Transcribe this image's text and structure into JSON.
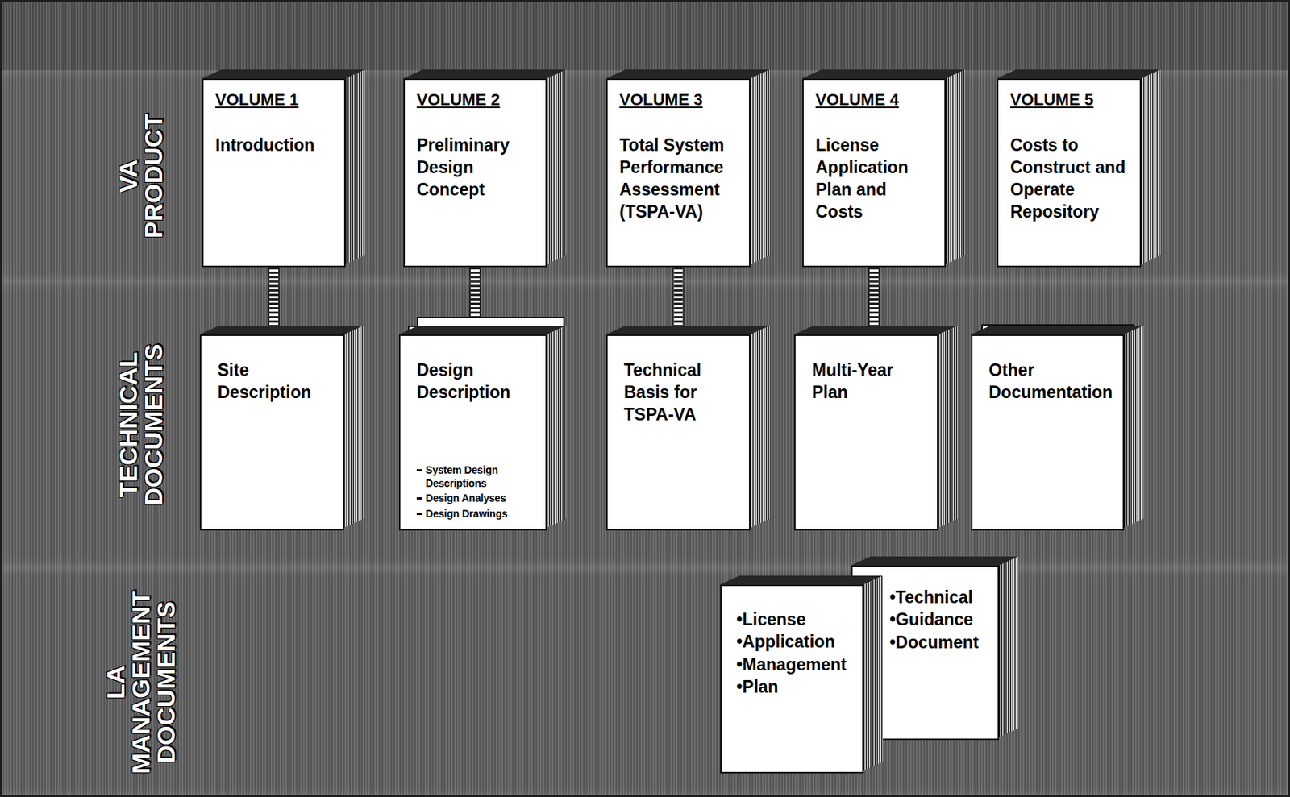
{
  "diagram": {
    "nodes": [
      {
        "text": [
          "VA PRODUCT"
        ]
      },
      {
        "text": [
          "VOLUME 1",
          "Introduction"
        ],
        "in": 0
      },
      {
        "text": [
          "VOLUME 2",
          "Preliminary Design Concept"
        ],
        "in": 0
      },
      {
        "text": [
          "VOLUME 3",
          "Total System Performance Assessment (TSPA-VA)"
        ],
        "in": 0
      },
      {
        "text": [
          "VOLUME 4",
          "License Application Plan and Costs"
        ],
        "in": 0
      },
      {
        "text": [
          "VOLUME 5",
          "Costs to Construct and Operate Repository"
        ],
        "in": 0
      },
      {
        "text": [
          "TECHNICAL DOCUMENTS"
        ]
      },
      {
        "text": [
          "Site Description"
        ],
        "in": 6
      },
      {
        "text": [
          "Design Description",
          "System Design Descriptions",
          "Design Analyses",
          "Design Drawings"
        ],
        "in": 6
      },
      {
        "text": [
          "Technical Basis for TSPA-VA"
        ],
        "in": 6
      },
      {
        "text": [
          "Multi-Year Plan"
        ],
        "in": 6
      },
      {
        "text": [
          "Other Documentation"
        ],
        "in": 6
      },
      {
        "text": [
          "LA MANAGEMENT DOCUMENTS"
        ]
      },
      {
        "text": [
          "•License •Application •Management •Plan"
        ],
        "in": 12
      },
      {
        "text": [
          "•Technical •Guidance •Document"
        ],
        "in": 12
      }
    ],
    "edges": [
      {
        "from": 1,
        "to": 7,
        "arrow": "none"
      },
      {
        "from": 2,
        "to": 8,
        "arrow": "none"
      },
      {
        "from": 3,
        "to": 9,
        "arrow": "none"
      },
      {
        "from": 4,
        "to": 10,
        "arrow": "none"
      }
    ]
  }
}
